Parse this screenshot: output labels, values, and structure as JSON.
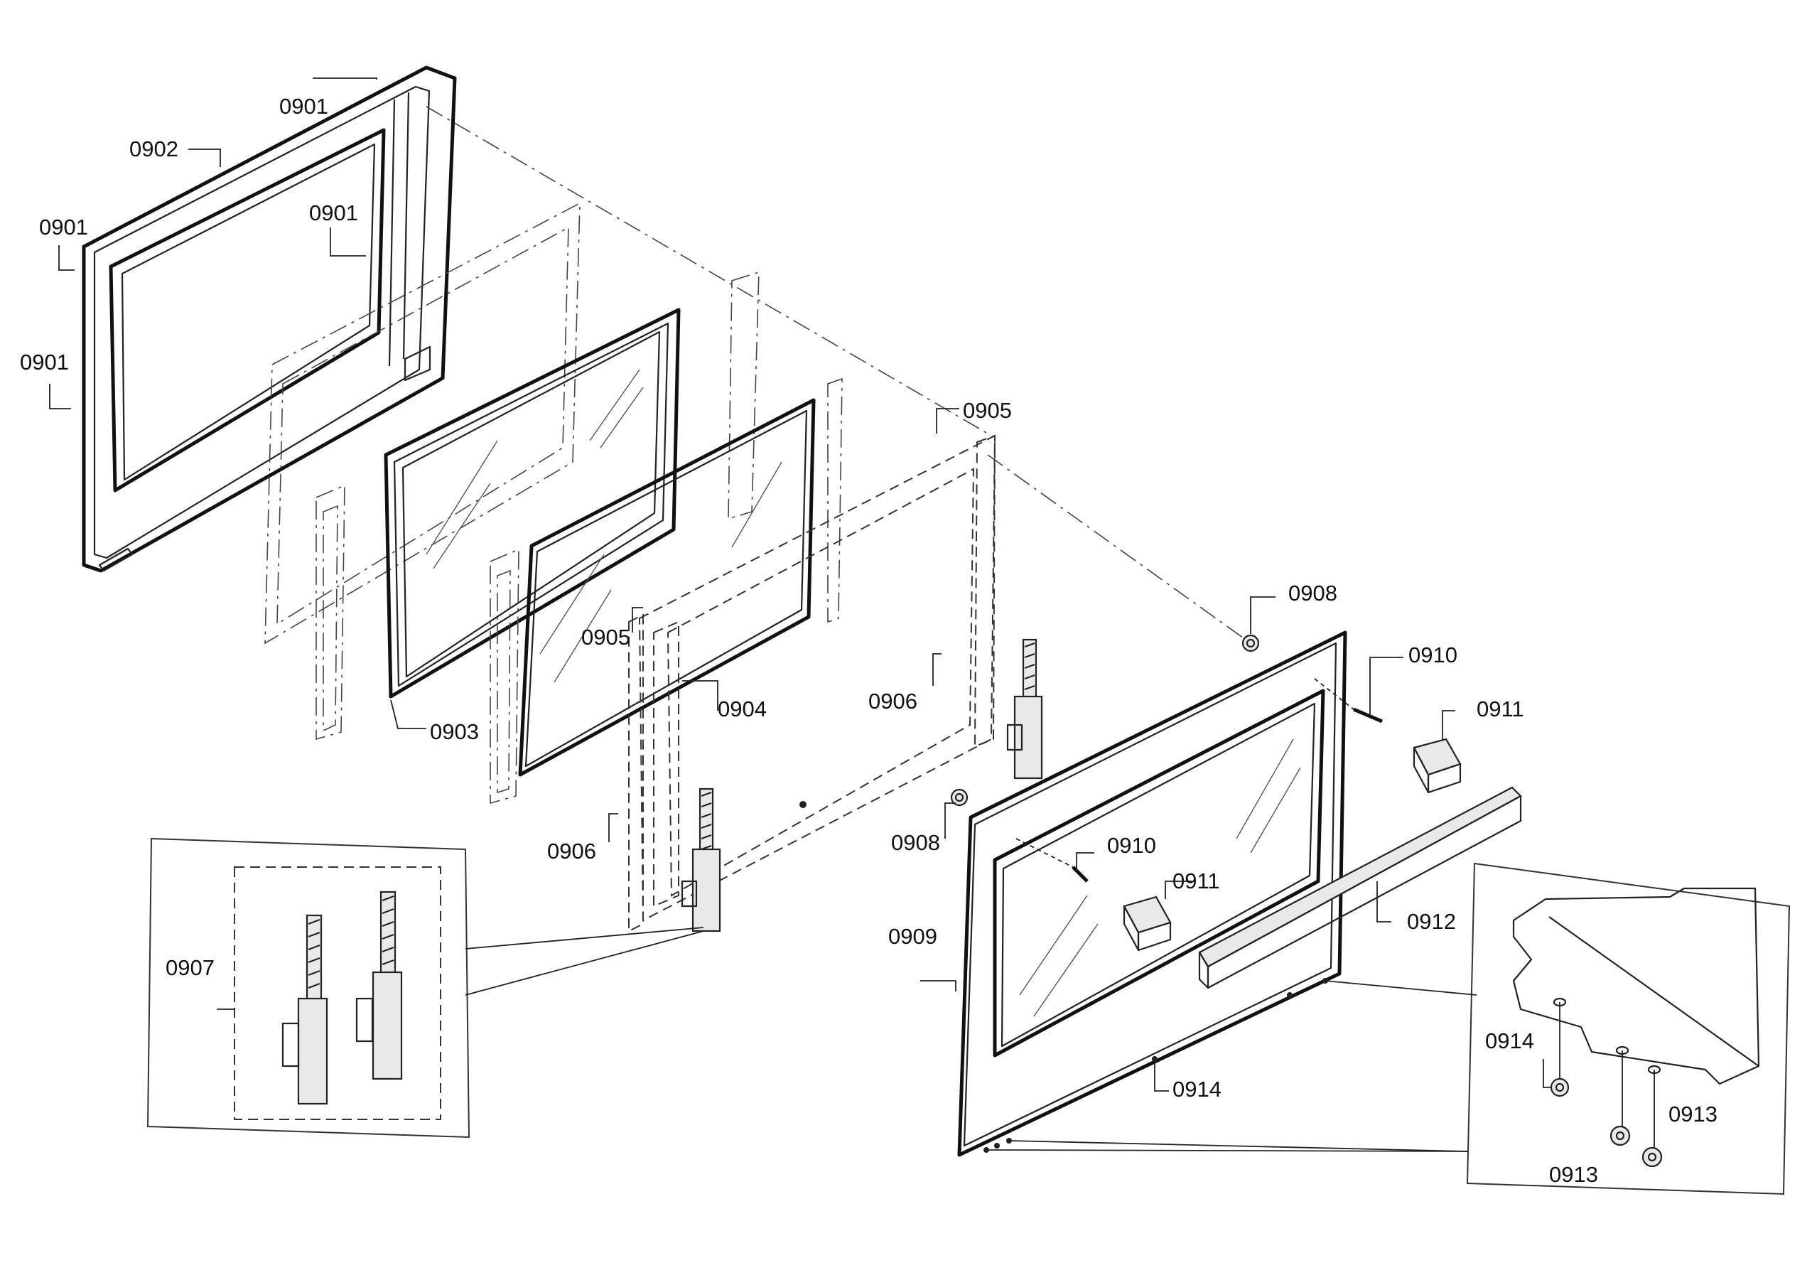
{
  "diagram": {
    "type": "exploded-parts-diagram",
    "callouts": {
      "c0901a": "0901",
      "c0901b": "0901",
      "c0901c": "0901",
      "c0901d": "0901",
      "c0902": "0902",
      "c0903": "0903",
      "c0904": "0904",
      "c0905a": "0905",
      "c0905b": "0905",
      "c0906a": "0906",
      "c0906b": "0906",
      "c0907": "0907",
      "c0908a": "0908",
      "c0908b": "0908",
      "c0909": "0909",
      "c0910a": "0910",
      "c0910b": "0910",
      "c0911a": "0911",
      "c0911b": "0911",
      "c0912": "0912",
      "c0913a": "0913",
      "c0913b": "0913",
      "c0914a": "0914",
      "c0914b": "0914"
    }
  }
}
